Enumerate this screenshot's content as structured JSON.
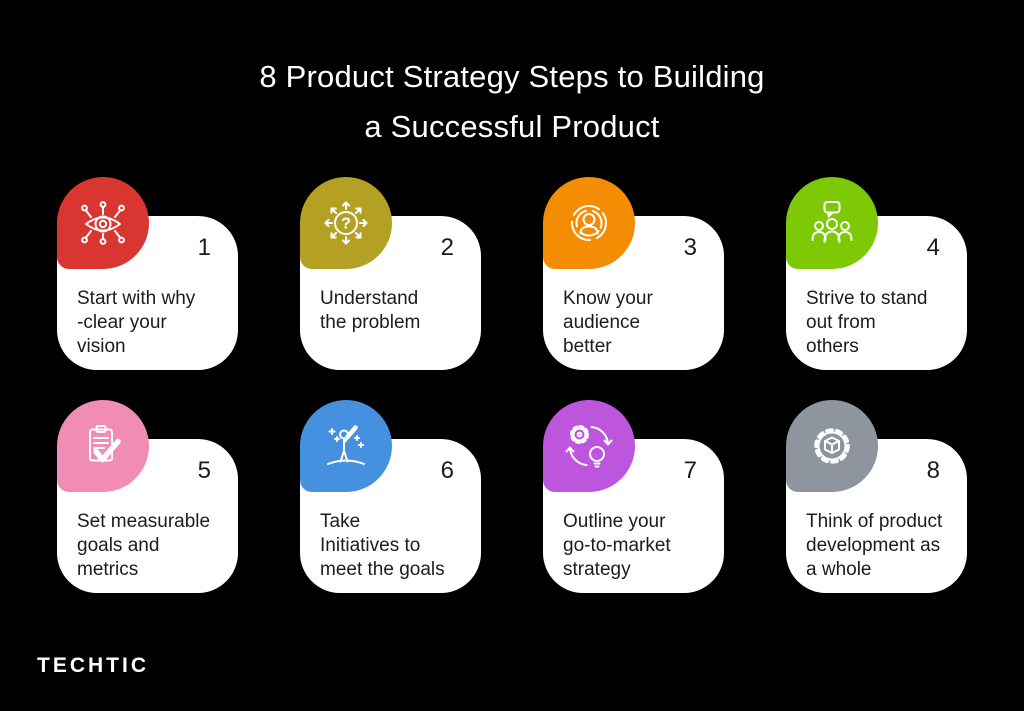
{
  "title": {
    "line1": "8 Product Strategy Steps to Building",
    "line2": "a Successful Product"
  },
  "cards": [
    {
      "number": "1",
      "lines": [
        "Start with why",
        "-clear your",
        "vision"
      ],
      "color": "#D93531",
      "icon": "vision-eye-icon"
    },
    {
      "number": "2",
      "lines": [
        "Understand",
        "the problem"
      ],
      "color": "#B4A124",
      "icon": "understand-problem-icon"
    },
    {
      "number": "3",
      "lines": [
        "Know your",
        "audience",
        "better"
      ],
      "color": "#F48C04",
      "icon": "know-audience-icon"
    },
    {
      "number": "4",
      "lines": [
        "Strive to stand",
        "out from",
        "others"
      ],
      "color": "#7DC905",
      "icon": "stand-out-icon"
    },
    {
      "number": "5",
      "lines": [
        "Set measurable",
        "goals and",
        "metrics"
      ],
      "color": "#F18DB4",
      "icon": "measurable-goals-icon"
    },
    {
      "number": "6",
      "lines": [
        "Take",
        "Initiatives to",
        "meet the goals"
      ],
      "color": "#4690E0",
      "icon": "initiatives-icon"
    },
    {
      "number": "7",
      "lines": [
        "Outline your",
        "go-to-market",
        "strategy"
      ],
      "color": "#BD56DD",
      "icon": "gtm-strategy-icon"
    },
    {
      "number": "8",
      "lines": [
        "Think of product",
        "development as",
        "a whole"
      ],
      "color": "#8E959E",
      "icon": "product-whole-icon"
    }
  ],
  "footer": {
    "logo": "TECHTIC"
  },
  "colors": {
    "background": "#000000",
    "card": "#FFFFFF",
    "title_text": "#FFFFFF",
    "body_text": "#1C1C1C"
  }
}
